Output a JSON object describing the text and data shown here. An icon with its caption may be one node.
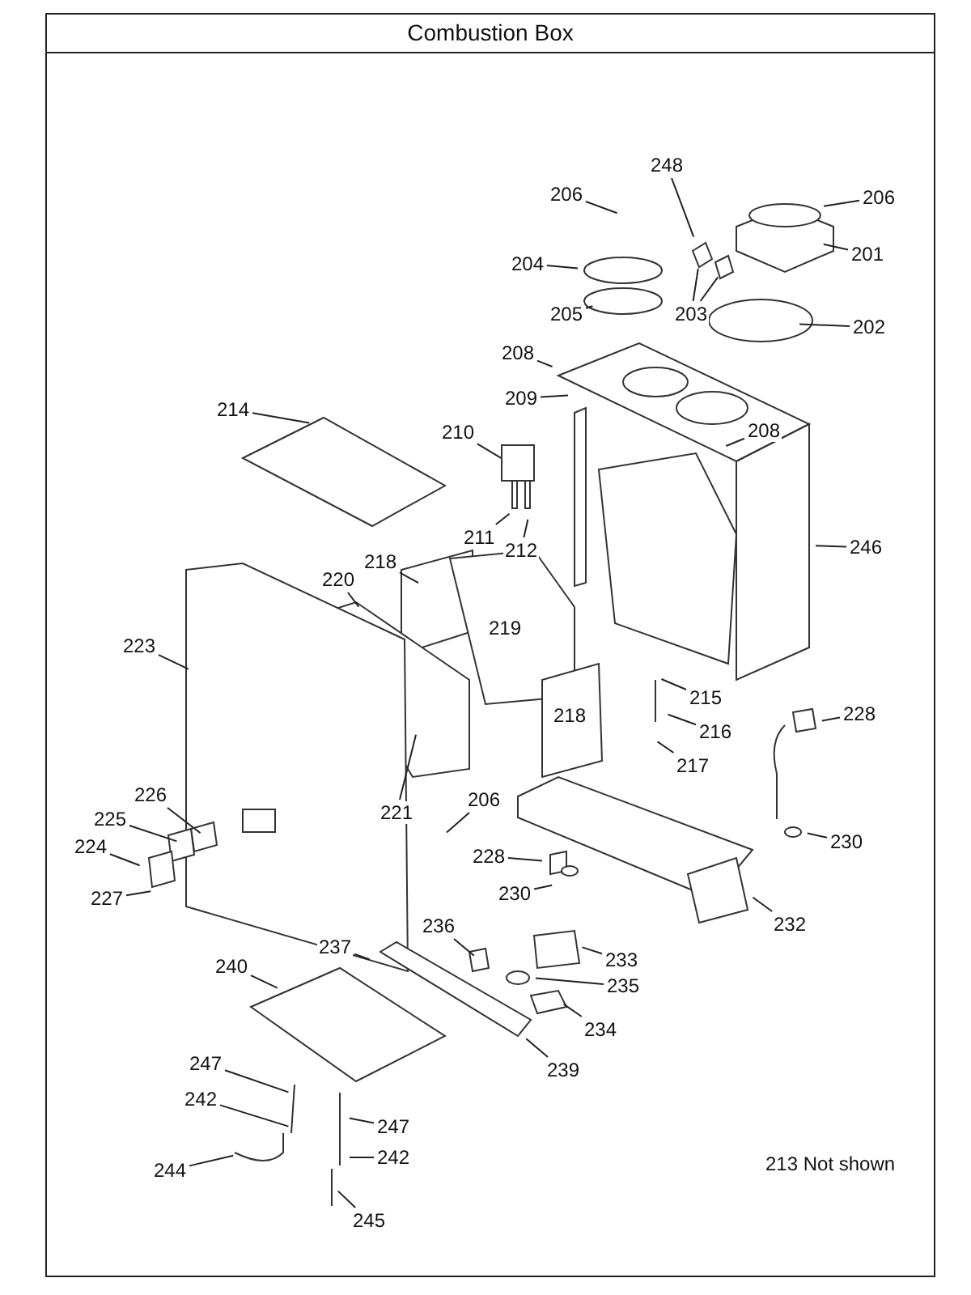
{
  "diagram": {
    "title": "Combustion Box",
    "nodes": [
      {
        "text": [
          "248"
        ]
      },
      {
        "text": [
          "206"
        ]
      },
      {
        "text": [
          "206"
        ]
      },
      {
        "text": [
          "204"
        ]
      },
      {
        "text": [
          "201"
        ]
      },
      {
        "text": [
          "205"
        ]
      },
      {
        "text": [
          "203"
        ]
      },
      {
        "text": [
          "202"
        ]
      },
      {
        "text": [
          "208"
        ]
      },
      {
        "text": [
          "209"
        ]
      },
      {
        "text": [
          "214"
        ]
      },
      {
        "text": [
          "210"
        ]
      },
      {
        "text": [
          "208"
        ]
      },
      {
        "text": [
          "211"
        ]
      },
      {
        "text": [
          "212"
        ]
      },
      {
        "text": [
          "246"
        ]
      },
      {
        "text": [
          "218"
        ]
      },
      {
        "text": [
          "220"
        ]
      },
      {
        "text": [
          "223"
        ]
      },
      {
        "text": [
          "215"
        ]
      },
      {
        "text": [
          "216"
        ]
      },
      {
        "text": [
          "228"
        ]
      },
      {
        "text": [
          "217"
        ]
      },
      {
        "text": [
          "221"
        ]
      },
      {
        "text": [
          "206"
        ]
      },
      {
        "text": [
          "226"
        ]
      },
      {
        "text": [
          "225"
        ]
      },
      {
        "text": [
          "230"
        ]
      },
      {
        "text": [
          "224"
        ]
      },
      {
        "text": [
          "228"
        ]
      },
      {
        "text": [
          "227"
        ]
      },
      {
        "text": [
          "230"
        ]
      },
      {
        "text": [
          "232"
        ]
      },
      {
        "text": [
          "236"
        ]
      },
      {
        "text": [
          "237"
        ]
      },
      {
        "text": [
          "233"
        ]
      },
      {
        "text": [
          "240"
        ]
      },
      {
        "text": [
          "235"
        ]
      },
      {
        "text": [
          "234"
        ]
      },
      {
        "text": [
          "239"
        ]
      },
      {
        "text": [
          "247"
        ]
      },
      {
        "text": [
          "242"
        ]
      },
      {
        "text": [
          "247"
        ]
      },
      {
        "text": [
          "242"
        ]
      },
      {
        "text": [
          "244"
        ]
      },
      {
        "text": [
          "245"
        ]
      },
      {
        "text": [
          "219"
        ]
      },
      {
        "text": [
          "218"
        ]
      }
    ],
    "edges": [
      {
        "from": 0,
        "to": null,
        "arrow": "none"
      },
      {
        "from": 1,
        "to": null,
        "arrow": "none"
      },
      {
        "from": 2,
        "to": null,
        "arrow": "none"
      },
      {
        "from": 3,
        "to": null,
        "arrow": "none"
      },
      {
        "from": 4,
        "to": null,
        "arrow": "none"
      },
      {
        "from": 5,
        "to": null,
        "arrow": "none"
      },
      {
        "from": 6,
        "to": null,
        "arrow": "none"
      },
      {
        "from": 6,
        "to": null,
        "arrow": "none"
      },
      {
        "from": 7,
        "to": null,
        "arrow": "none"
      },
      {
        "from": 8,
        "to": null,
        "arrow": "none"
      },
      {
        "from": 9,
        "to": null,
        "arrow": "none"
      },
      {
        "from": 10,
        "to": null,
        "arrow": "none"
      },
      {
        "from": 11,
        "to": null,
        "arrow": "none"
      },
      {
        "from": 12,
        "to": null,
        "arrow": "none"
      },
      {
        "from": 13,
        "to": null,
        "arrow": "none"
      },
      {
        "from": 14,
        "to": null,
        "arrow": "none"
      },
      {
        "from": 15,
        "to": null,
        "arrow": "none"
      },
      {
        "from": 16,
        "to": null,
        "arrow": "none"
      },
      {
        "from": 17,
        "to": null,
        "arrow": "none"
      },
      {
        "from": 18,
        "to": null,
        "arrow": "none"
      },
      {
        "from": 19,
        "to": null,
        "arrow": "none"
      },
      {
        "from": 20,
        "to": null,
        "arrow": "none"
      },
      {
        "from": 21,
        "to": null,
        "arrow": "none"
      },
      {
        "from": 22,
        "to": null,
        "arrow": "none"
      },
      {
        "from": 23,
        "to": null,
        "arrow": "none"
      },
      {
        "from": 24,
        "to": null,
        "arrow": "none"
      },
      {
        "from": 25,
        "to": null,
        "arrow": "none"
      },
      {
        "from": 26,
        "to": null,
        "arrow": "none"
      },
      {
        "from": 27,
        "to": null,
        "arrow": "none"
      },
      {
        "from": 28,
        "to": null,
        "arrow": "none"
      },
      {
        "from": 29,
        "to": null,
        "arrow": "none"
      },
      {
        "from": 30,
        "to": null,
        "arrow": "none"
      },
      {
        "from": 31,
        "to": null,
        "arrow": "none"
      },
      {
        "from": 32,
        "to": null,
        "arrow": "none"
      },
      {
        "from": 33,
        "to": null,
        "arrow": "none"
      },
      {
        "from": 34,
        "to": null,
        "arrow": "none"
      },
      {
        "from": 35,
        "to": null,
        "arrow": "none"
      },
      {
        "from": 36,
        "to": null,
        "arrow": "none"
      },
      {
        "from": 37,
        "to": null,
        "arrow": "none"
      },
      {
        "from": 38,
        "to": null,
        "arrow": "none"
      },
      {
        "from": 39,
        "to": null,
        "arrow": "none"
      },
      {
        "from": 40,
        "to": null,
        "arrow": "none"
      },
      {
        "from": 41,
        "to": null,
        "arrow": "none"
      },
      {
        "from": 42,
        "to": null,
        "arrow": "none"
      },
      {
        "from": 43,
        "to": null,
        "arrow": "none"
      },
      {
        "from": 44,
        "to": null,
        "arrow": "none"
      },
      {
        "from": 45,
        "to": null,
        "arrow": "none"
      }
    ],
    "labels": [
      "213 Not shown"
    ]
  }
}
